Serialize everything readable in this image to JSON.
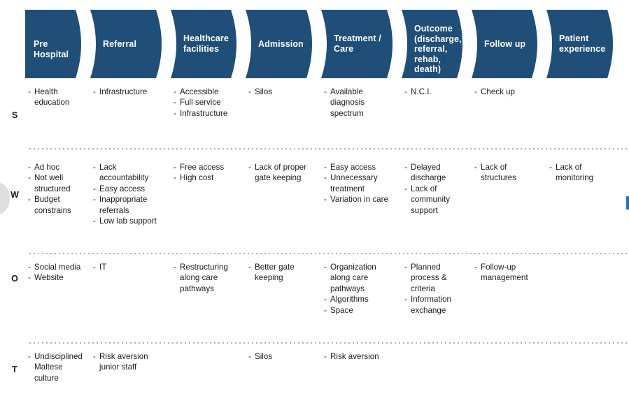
{
  "diagram": {
    "type": "swot-by-pathway-stage-matrix",
    "accent_color": "#1F4E79",
    "header_text_color": "#FFFFFF",
    "body_text_color": "#1B1C1E",
    "separator_style": "dotted"
  },
  "stages": [
    {
      "id": "pre-hospital",
      "label": "Pre Hospital"
    },
    {
      "id": "referral",
      "label": "Referral"
    },
    {
      "id": "healthcare-facilities",
      "label": "Healthcare\nfacilities"
    },
    {
      "id": "admission",
      "label": "Admission"
    },
    {
      "id": "treatment-care",
      "label": "Treatment /\nCare"
    },
    {
      "id": "outcome",
      "label": "Outcome\n(discharge,\nreferral,\nrehab, death)"
    },
    {
      "id": "follow-up",
      "label": "Follow up"
    },
    {
      "id": "patient-experience",
      "label": "Patient\nexperience"
    }
  ],
  "rows": [
    {
      "key": "S",
      "letter": "S",
      "name": "strengths",
      "cells": [
        [
          "Health education"
        ],
        [
          "Infrastructure"
        ],
        [
          "Accessible",
          "Full service",
          "Infrastructure"
        ],
        [
          "Silos"
        ],
        [
          "Available diagnosis spectrum"
        ],
        [
          "N.C.I."
        ],
        [
          "Check up"
        ],
        []
      ]
    },
    {
      "key": "W",
      "letter": "W",
      "name": "weaknesses",
      "cells": [
        [
          "Ad hoc",
          "Not well structured",
          "Budget constrains"
        ],
        [
          "Lack accountability",
          "Easy access",
          "Inappropriate referrals",
          "Low lab support"
        ],
        [
          "Free access",
          "High cost"
        ],
        [
          "Lack of proper gate keeping"
        ],
        [
          "Easy access",
          "Unnecessary treatment",
          "Variation in care"
        ],
        [
          "Delayed discharge",
          "Lack of community support"
        ],
        [
          "Lack of structures"
        ],
        [
          "Lack of monitoring"
        ]
      ]
    },
    {
      "key": "O",
      "letter": "O",
      "name": "opportunities",
      "cells": [
        [
          "Social media",
          "Website"
        ],
        [
          "IT"
        ],
        [
          "Restructuring along care pathways"
        ],
        [
          "Better gate keeping"
        ],
        [
          "Organization along care pathways",
          "Algorithms",
          "Space"
        ],
        [
          "Planned process & criteria",
          "Information exchange"
        ],
        [
          "Follow-up management"
        ],
        []
      ]
    },
    {
      "key": "T",
      "letter": "T",
      "name": "threats",
      "cells": [
        [
          "Undisciplined Maltese culture"
        ],
        [
          "Risk aversion junior staff"
        ],
        [],
        [
          "Silos"
        ],
        [
          "Risk aversion"
        ],
        [],
        [],
        []
      ]
    }
  ],
  "bullet_marker": "-"
}
